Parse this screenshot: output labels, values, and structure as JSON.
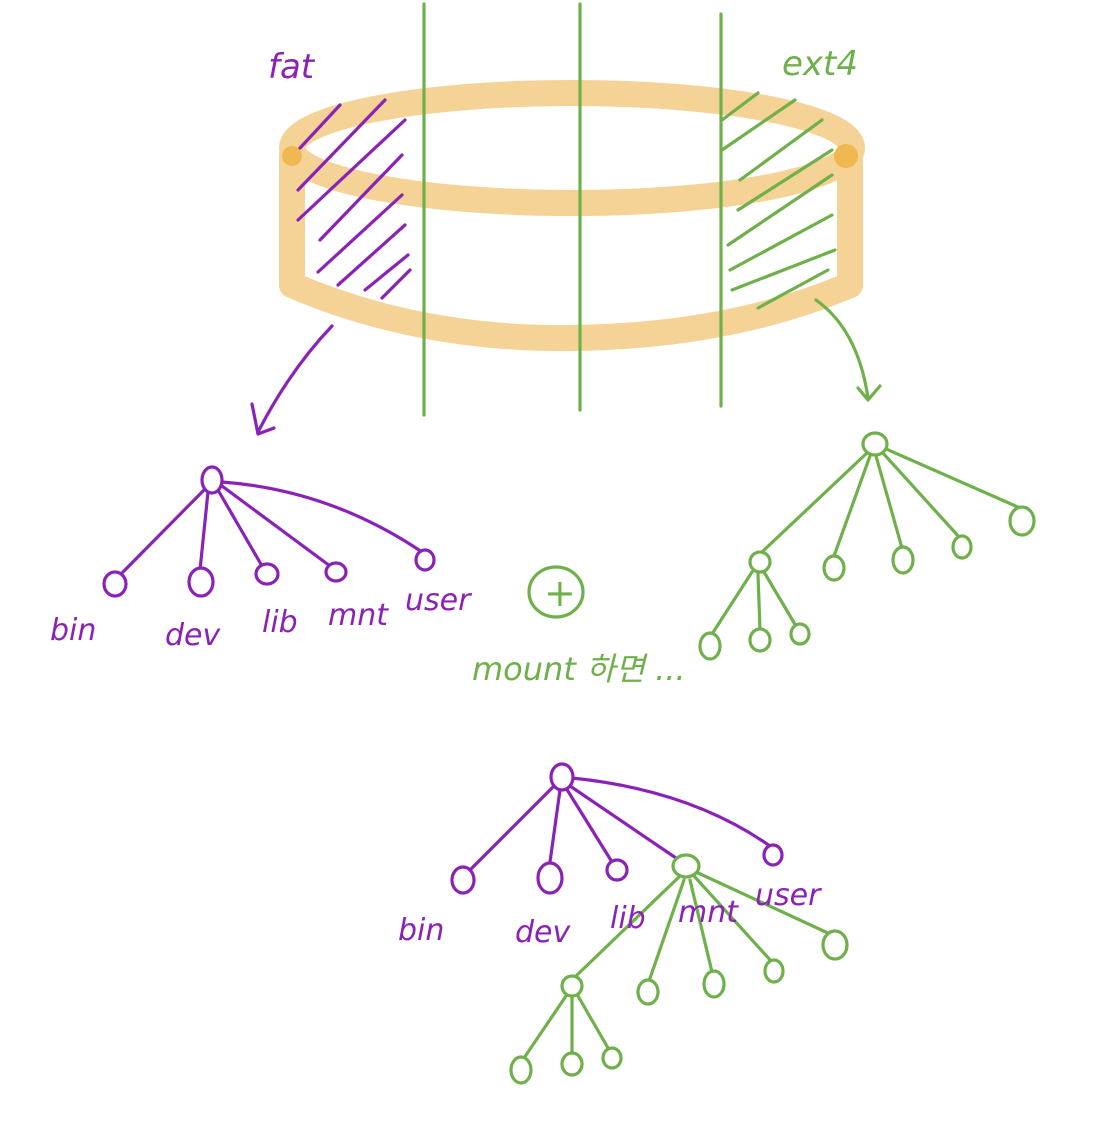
{
  "disk": {
    "partition_left_label": "fat",
    "partition_right_label": "ext4"
  },
  "fat_tree": {
    "children": [
      "bin",
      "dev",
      "lib",
      "mnt",
      "user"
    ]
  },
  "plus_symbol": "+",
  "mount_caption": "mount 하면 ...",
  "merged_tree": {
    "children": [
      "bin",
      "dev",
      "lib",
      "mnt",
      "user"
    ]
  },
  "colors": {
    "fat": "#8b22b8",
    "ext4": "#6fb04b",
    "disk": "#f5d396"
  }
}
